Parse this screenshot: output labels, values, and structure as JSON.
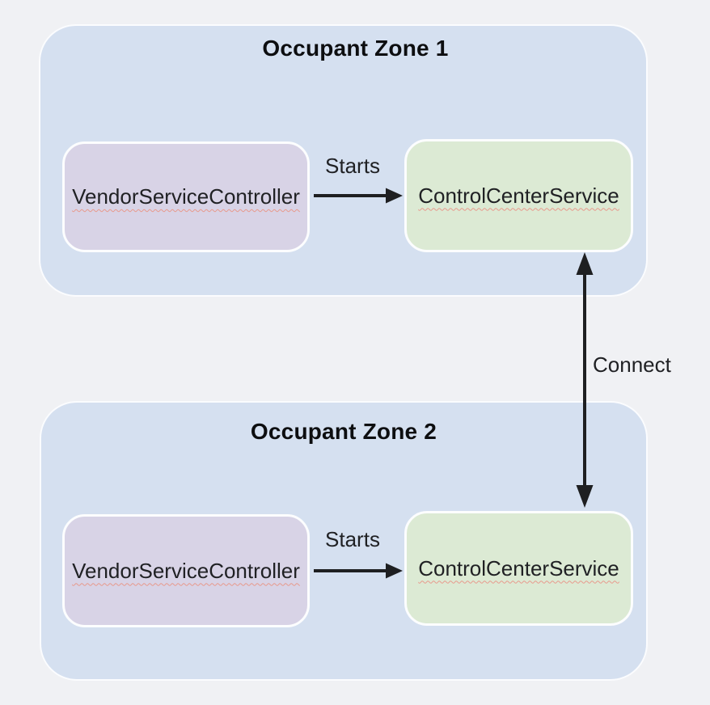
{
  "zones": [
    {
      "title": "Occupant Zone 1",
      "vendor_label": "VendorServiceController",
      "control_label": "ControlCenterService",
      "edge_label": "Starts"
    },
    {
      "title": "Occupant Zone 2",
      "vendor_label": "VendorServiceController",
      "control_label": "ControlCenterService",
      "edge_label": "Starts"
    }
  ],
  "connector": {
    "label": "Connect"
  },
  "colors": {
    "page_bg": "#f0f1f4",
    "zone_bg": "#d5e0f0",
    "zone_border": "#fbfcfe",
    "vendor_bg": "#d8d3e6",
    "control_bg": "#dcead4",
    "node_border": "#fcfdfe",
    "arrow": "#1e1f21",
    "label_text": "#202124",
    "title_text": "#0d0e10",
    "spell_underline": "#e8998c"
  }
}
